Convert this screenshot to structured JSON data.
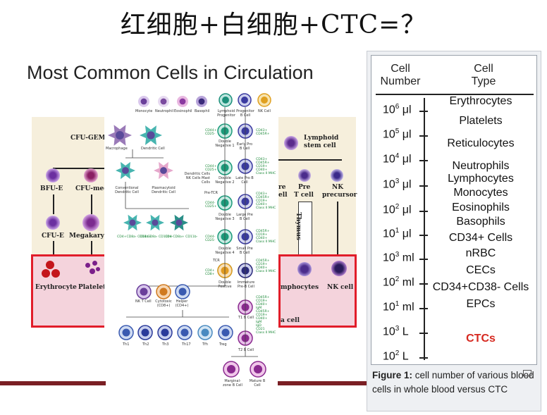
{
  "slide": {
    "title": "红细胞+白细胞+CTC=？",
    "subtitle": "Most Common Cells in Circulation"
  },
  "left_diagram": {
    "cfu_gemm": "CFU-GEMM",
    "bfu_e": "BFU-E",
    "cfu_meg": "CFU-meg",
    "cfu_e": "CFU-E",
    "megakaryocyte": "Megakaryocy",
    "erythrocyte": "Erythrocyte",
    "platelets": "Platelets"
  },
  "right_diagram": {
    "lymphoid_stem_cell_1": "Lymphoid",
    "lymphoid_stem_cell_2": "stem cell",
    "pre_t_1": "Pre",
    "pre_t_2": "T cell",
    "nk_precursor_1": "NK",
    "nk_precursor_2": "precursor",
    "thymus": "Thymus",
    "lymphocytes": "mphocytes",
    "nk_cell": "NK cell",
    "partial_re": "re",
    "partial_cell": "ell",
    "partial_acell": "a cell"
  },
  "center_diagram": {
    "top_cells": [
      "Monocyte",
      "Neutrophil",
      "Eosinophil",
      "Basophil"
    ],
    "lymphoid_progenitor": "Lymphoid Progenitor",
    "progenitor_b": "Progenitor B Cell",
    "nk_top": "NK Cell",
    "macrophage": "Macrophage",
    "dendritic": "Dendritic Cell",
    "conventional_dc": "Conventional Dendritic Cell",
    "plasmacytoid_dc": "Plasmacytoid Dendritic Cell",
    "dc_nk_mast": "Dendritic Cells NK Cells Mast Cells",
    "pre_tcr": "Pre-TCR",
    "tcr": "TCR",
    "t_stages": [
      "Double Negative 1",
      "Double Negative 2",
      "Double Negative 3",
      "Double Negative 4",
      "Double Positive"
    ],
    "b_stages": [
      "Early Pro B Cell",
      "Late Pro B Cell",
      "Large Pre B Cell",
      "Small Pre B Cell",
      "Immature Pre-B Cell",
      "T1 B Cell",
      "T2 B Cell"
    ],
    "t_markers": [
      "CD44+\nCD25-",
      "CD44+\nCD25+",
      "CD44-\nCD25+",
      "CD44-\nCD25-",
      "CD4+\nCD8+"
    ],
    "b_markers": [
      "CD43+\nCD45R+",
      "CD43+\nCD45R+\nCD19+\nCD40+\nClass II MHC",
      "CD43+\nCD45R+\nCD19+\nCD40+\nClass II MHC",
      "CD45R+\nCD19+\nCD40+\nClass II MHC",
      "CD45R+\nCD19+\nCD40+\nClass II MHC",
      "CD45R+\nCD19+\nCD40+\nIgM",
      "CD45R+\nCD19+\nCD40+\nIgM\nIgD\nCD21\nClass II MHC"
    ],
    "t_subsets": [
      "NK T Cell",
      "Cytotoxic (CD8+)",
      "Helper (CD4+)"
    ],
    "dc_subsets": [
      "CD4+CD8a- CD11b+",
      "CD4-CD8a- CD11b+",
      "CD4-CD8a+ CD11b-"
    ],
    "th_cells": [
      "Th1",
      "Th2",
      "Th3",
      "Th17",
      "Tfh",
      "Treg"
    ],
    "mature_b": [
      "Marginal-zone B Cell",
      "Mature B Cell"
    ]
  },
  "table": {
    "col1_header": [
      "Cell",
      "Number"
    ],
    "col2_header": [
      "Cell",
      "Type"
    ],
    "rows": [
      {
        "base": "10",
        "exp": "6",
        "unit": " μl",
        "type": "Erythrocytes"
      },
      {
        "base": "10",
        "exp": "5",
        "unit": " μl",
        "type": "Platelets"
      },
      {
        "base": "10",
        "exp": "4",
        "unit": " μl",
        "type": "Reticulocytes"
      },
      {
        "base": "10",
        "exp": "3",
        "unit": " μl",
        "type": "Neutrophils"
      },
      {
        "base": "10",
        "exp": "2",
        "unit": " μl",
        "type": "Lymphocytes"
      },
      {
        "base": "10",
        "exp": "1",
        "unit": " μl",
        "type": "Monocytes"
      },
      {
        "base": "10",
        "exp": "3",
        "unit": " ml",
        "type": "Eosinophils"
      },
      {
        "base": "10",
        "exp": "2",
        "unit": " ml",
        "type": "Basophils"
      },
      {
        "base": "10",
        "exp": "1",
        "unit": " ml",
        "type": "CD34+ Cells"
      },
      {
        "base": "10",
        "exp": "3",
        "unit": " L",
        "type": "nRBC"
      },
      {
        "base": "10",
        "exp": "2",
        "unit": " L",
        "type": "CECs"
      }
    ],
    "extra_types": [
      "CD34+CD38- Cells",
      "EPCs"
    ],
    "ctc_label": "CTCs",
    "ctc_color": "#d6281f"
  },
  "caption": {
    "bold": "Figure 1:",
    "text": " cell number of various blood cells in whole blood versus CTC"
  }
}
